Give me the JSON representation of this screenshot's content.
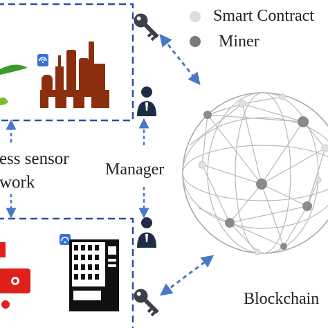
{
  "labels": {
    "sensor_line1": "less sensor",
    "sensor_line2": "twork",
    "manager": "Manager",
    "blockchain": "Blockchain"
  },
  "legend": [
    {
      "label": "Smart Contract",
      "color": "#dcdcdc",
      "icon": "light-grey-dot"
    },
    {
      "label": "Miner",
      "color": "#7a7a7a",
      "icon": "dark-grey-dot"
    }
  ],
  "colors": {
    "frame": "#2a4f9a",
    "arrow": "#4a78c8",
    "factory": "#8b2e0e",
    "robot": "#e0201a",
    "person": "#1f2d44",
    "key": "#3a3f4a",
    "sphere_line": "#b9b9b9",
    "miner_node": "#8a8a8a",
    "contract_node": "#e2e2e2",
    "wifi": "#3a6fd8"
  },
  "icons": [
    "plant-icon",
    "factory-icon",
    "wifi-icon",
    "robot-icon",
    "vending-machine-icon",
    "manager-person-icon",
    "key-icon",
    "globe-network-icon"
  ]
}
